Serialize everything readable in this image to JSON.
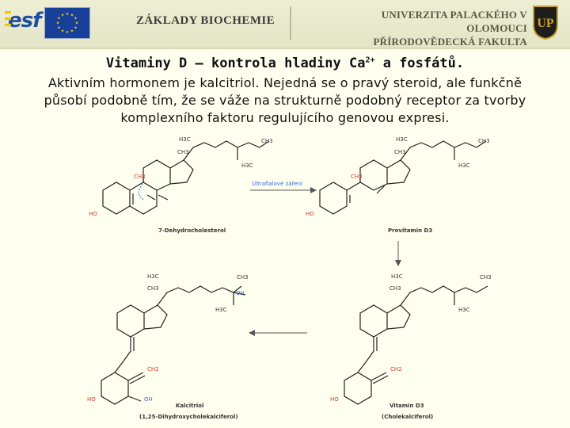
{
  "header": {
    "esf_logo": "esf",
    "title": "ZÁKLADY BIOCHEMIE",
    "university_line1": "UNIVERZITA PALACKÉHO V OLOMOUCI",
    "university_line2": "PŘÍRODOVĚDECKÁ FAKULTA",
    "seal_mark": "UP"
  },
  "slide": {
    "title_pre": "Vitaminy D – kontrola hladiny Ca",
    "title_sup": "2+",
    "title_post": " a fosfátů.",
    "body_line1": "Aktivním hormonem je kalcitriol. Nejedná se o pravý steroid, ale funkčně",
    "body_line2": "působí podobně tím, že se váže na strukturně podobný receptor za tvorby",
    "body_line3": "komplexního faktoru regulujícího genovou expresi."
  },
  "scheme": {
    "ch3": "CH3",
    "h3c": "H3C",
    "ho": "HO",
    "oh": "OH",
    "ch2": "CH2",
    "arrow_label": "Ultrafialové záření",
    "mol1_name": "7-Dehydrocholesterol",
    "mol2_name": "Provitamin D3",
    "mol3_name": "Vitamin D3",
    "mol3_sub": "(Cholekalciferol)",
    "mol4_name": "Kalcitriol",
    "mol4_sub": "(1,25-Dihydroxycholekalciferol)"
  },
  "colors": {
    "accent_red": "#d23a2a",
    "accent_blue": "#2f6fd8",
    "background": "#fffff0"
  }
}
